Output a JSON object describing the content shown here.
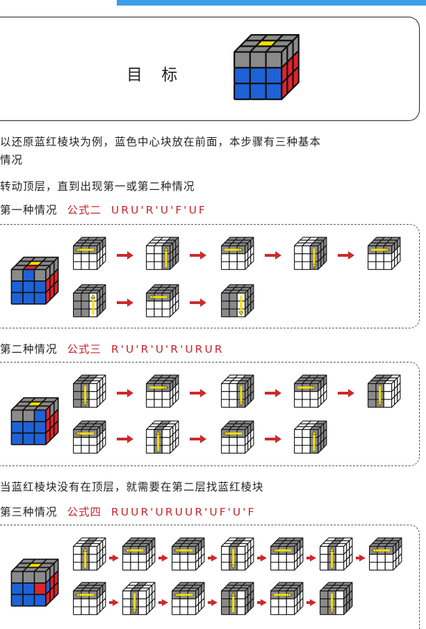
{
  "goal": {
    "title": "目 标"
  },
  "intro": {
    "line1": "以还原蓝红棱块为例，蓝色中心块放在前面，本步骤有三种基本",
    "line2": "情况",
    "line3": "转动顶层，直到出现第一或第二种情况"
  },
  "case1": {
    "label": "第一种情况",
    "formula_name": "公式二",
    "formula": "URU'R'U'F'UF"
  },
  "case2": {
    "label": "第二种情况",
    "formula_name": "公式三",
    "formula": "R'U'R'U'R'URUR"
  },
  "middle_note": "当蓝红棱块没有在顶层，就需要在第二层找蓝红棱块",
  "case3": {
    "label": "第三种情况",
    "formula_name": "公式四",
    "formula": "RUUR'URUUR'UF'U'F"
  },
  "colors": {
    "blue": "#1e62d8",
    "red": "#e0232c",
    "yellow": "#f5df00",
    "gray": "#8a8a8a",
    "white": "#ffffff",
    "arrow_red": "#cc2a2a"
  }
}
